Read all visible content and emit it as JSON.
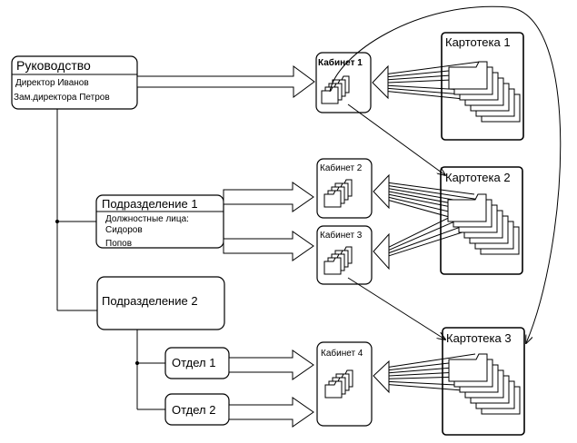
{
  "management": {
    "title": "Руководство",
    "line1": "Директор Иванов",
    "line2": "Зам.директора Петров"
  },
  "division1": {
    "title": "Подразделение 1",
    "line1": "Должностные лица:",
    "line2": "Сидоров",
    "line3": "Попов"
  },
  "division2": {
    "title": "Подразделение 2"
  },
  "dept1": {
    "title": "Отдел 1"
  },
  "dept2": {
    "title": "Отдел 2"
  },
  "offices": [
    "Кабинет 1",
    "Кабинет 2",
    "Кабинет 3",
    "Кабинет 4"
  ],
  "files": [
    "Картотека 1",
    "Картотека 2",
    "Картотека 3"
  ]
}
